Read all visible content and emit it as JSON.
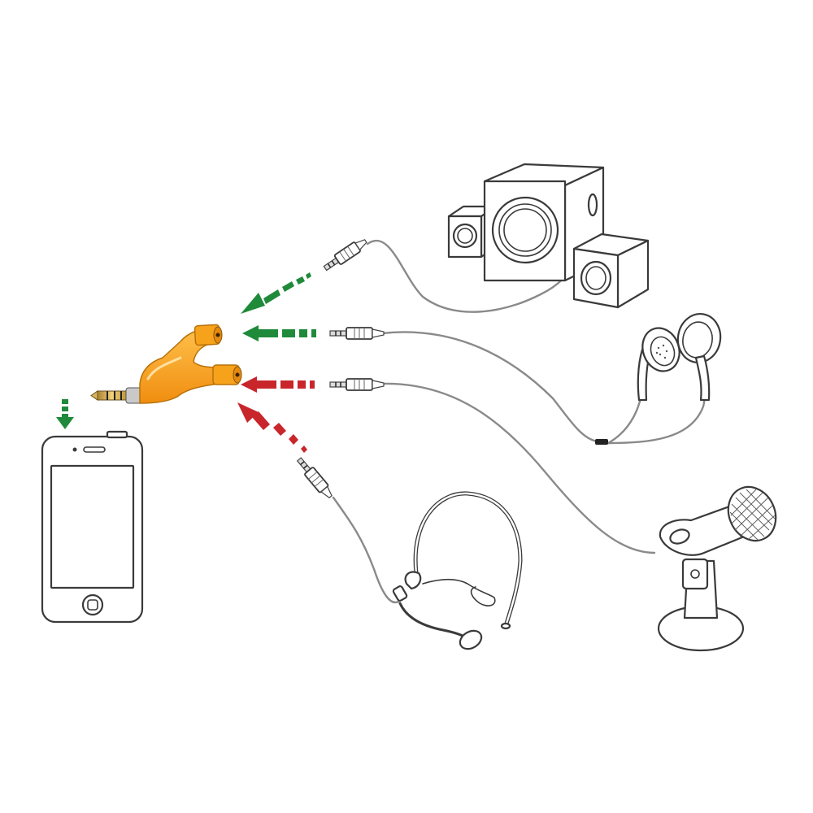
{
  "colors": {
    "adapter": "#f7a21b",
    "adapter_dark": "#d9850a",
    "arrow_green": "#1f8a3a",
    "arrow_red": "#c8262b",
    "outline": "#3a3a3a",
    "cable": "#8a8a8a",
    "background": "#ffffff"
  },
  "icons": [
    "smartphone-icon",
    "y-splitter-adapter-icon",
    "speaker-system-icon",
    "earphones-icon",
    "desktop-microphone-icon",
    "headset-microphone-icon"
  ],
  "connections": [
    {
      "device": "speakers",
      "signal": "output",
      "arrow_color": "green"
    },
    {
      "device": "earphones",
      "signal": "output",
      "arrow_color": "green"
    },
    {
      "device": "desktop-microphone",
      "signal": "input",
      "arrow_color": "red"
    },
    {
      "device": "headset-microphone",
      "signal": "input",
      "arrow_color": "red"
    },
    {
      "device": "smartphone",
      "signal": "adapter",
      "arrow_color": "green"
    }
  ]
}
